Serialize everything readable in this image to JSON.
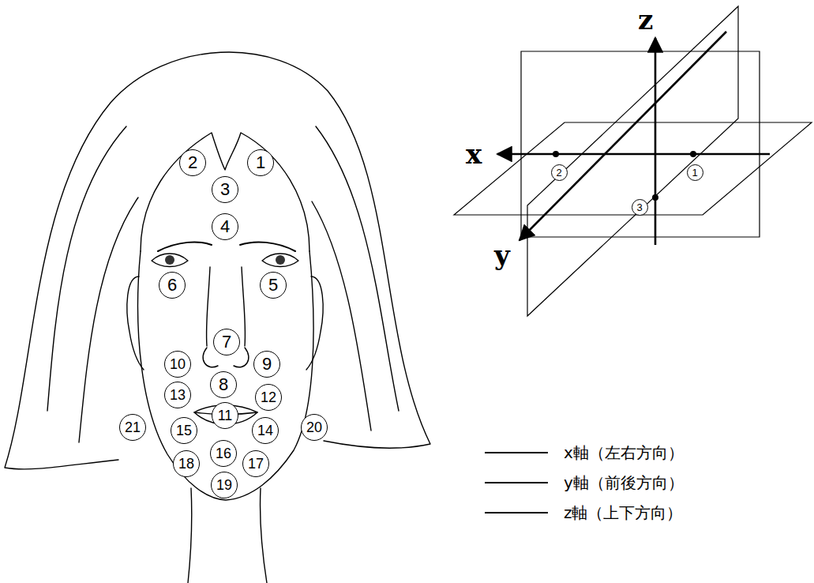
{
  "diagram": {
    "nodes": [
      {
        "text": [
          "1"
        ]
      },
      {
        "text": [
          "2"
        ]
      },
      {
        "text": [
          "3"
        ]
      },
      {
        "text": [
          "4"
        ]
      },
      {
        "text": [
          "5"
        ]
      },
      {
        "text": [
          "6"
        ]
      },
      {
        "text": [
          "7"
        ]
      },
      {
        "text": [
          "8"
        ]
      },
      {
        "text": [
          "9"
        ]
      },
      {
        "text": [
          "10"
        ]
      },
      {
        "text": [
          "11"
        ]
      },
      {
        "text": [
          "12"
        ]
      },
      {
        "text": [
          "13"
        ]
      },
      {
        "text": [
          "14"
        ]
      },
      {
        "text": [
          "15"
        ]
      },
      {
        "text": [
          "16"
        ]
      },
      {
        "text": [
          "17"
        ]
      },
      {
        "text": [
          "18"
        ]
      },
      {
        "text": [
          "19"
        ]
      },
      {
        "text": [
          "20"
        ]
      },
      {
        "text": [
          "21"
        ]
      },
      {
        "text": [
          "2"
        ]
      },
      {
        "text": [
          "1"
        ]
      },
      {
        "text": [
          "3"
        ]
      }
    ],
    "labels": [
      "z",
      "x",
      "y"
    ],
    "legend": [
      {
        "text": "x軸（左右方向）"
      },
      {
        "text": "y軸（前後方向）"
      },
      {
        "text": "z軸（上下方向）"
      }
    ]
  }
}
